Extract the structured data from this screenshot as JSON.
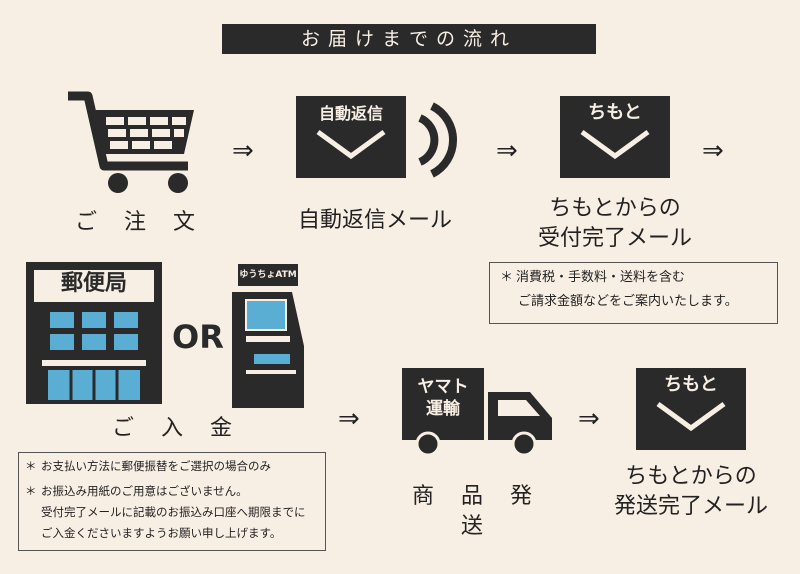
{
  "title": "お届けまでの流れ",
  "arrows": [
    "⇒",
    "⇒",
    "⇒",
    "⇒",
    "⇒"
  ],
  "steps": {
    "order": {
      "label": "ご 注 文",
      "icon": "cart-icon"
    },
    "auto_reply": {
      "label": "自動返信メール",
      "envelope_text": "自動返信",
      "icon": "envelope-icon"
    },
    "confirm": {
      "label_line1": "ちもとからの",
      "label_line2": "受付完了メール",
      "envelope_text": "ちもと",
      "icon": "envelope-icon"
    },
    "payment": {
      "label": "ご 入 金",
      "post_office_sign": "郵便局",
      "or_text": "OR",
      "atm_sign": "ゆうちょATM",
      "icons": [
        "post-office-icon",
        "atm-icon"
      ]
    },
    "shipping": {
      "label": "商 品 発 送",
      "truck_text_line1": "ヤマト",
      "truck_text_line2": "運輸",
      "icon": "truck-icon"
    },
    "shipped_mail": {
      "label_line1": "ちもとからの",
      "label_line2": "発送完了メール",
      "envelope_text": "ちもと",
      "icon": "envelope-icon"
    }
  },
  "notes": {
    "confirm_note": {
      "star": "＊",
      "line1": "消費税・手数料・送料を含む",
      "line2": "ご請求金額などをご案内いたします。"
    },
    "payment_note": {
      "star": "＊",
      "line1": "お支払い方法に郵便振替をご選択の場合のみ",
      "line2": "お振込み用紙のご用意はございません。",
      "line3": "受付完了メールに記載のお振込み口座へ期限までに",
      "line4": "ご入金くださいますようお願い申し上げます。"
    }
  },
  "colors": {
    "background": "#f8efe4",
    "ink": "#2a2a2a",
    "window": "#5aaed4"
  }
}
